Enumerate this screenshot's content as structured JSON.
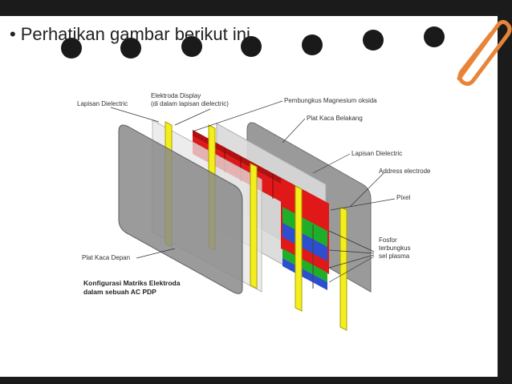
{
  "slide": {
    "bullet": "•",
    "title": "Perhatikan gambar berikut ini"
  },
  "diagram": {
    "labels": {
      "lapisan_dielectric_left": "Lapisan Dielectric",
      "elektroda_display_1": "Elektroda Display",
      "elektroda_display_2": "(di dalam lapisan dielectric)",
      "pembungkus": "Pembungkus Magnesium oksida",
      "plat_kaca_belakang": "Plat Kaca Belakang",
      "lapisan_dielectric_right": "Lapisan Dielectric",
      "address_electrode": "Address electrode",
      "pixel": "Pixel",
      "fosfor_1": "Fosfor",
      "fosfor_2": "terbungkus",
      "fosfor_3": "sel plasma",
      "plat_kaca_depan": "Plat Kaca Depan"
    },
    "caption_1": "Konfigurasi Matriks Elektroda",
    "caption_2": "dalam sebuah AC PDP"
  },
  "colors": {
    "red": "#e01818",
    "green": "#1fae2a",
    "blue": "#2b4fd0",
    "yellow": "#f4ee1c",
    "glass": "#8a8a8a",
    "clip": "#e8843a"
  }
}
